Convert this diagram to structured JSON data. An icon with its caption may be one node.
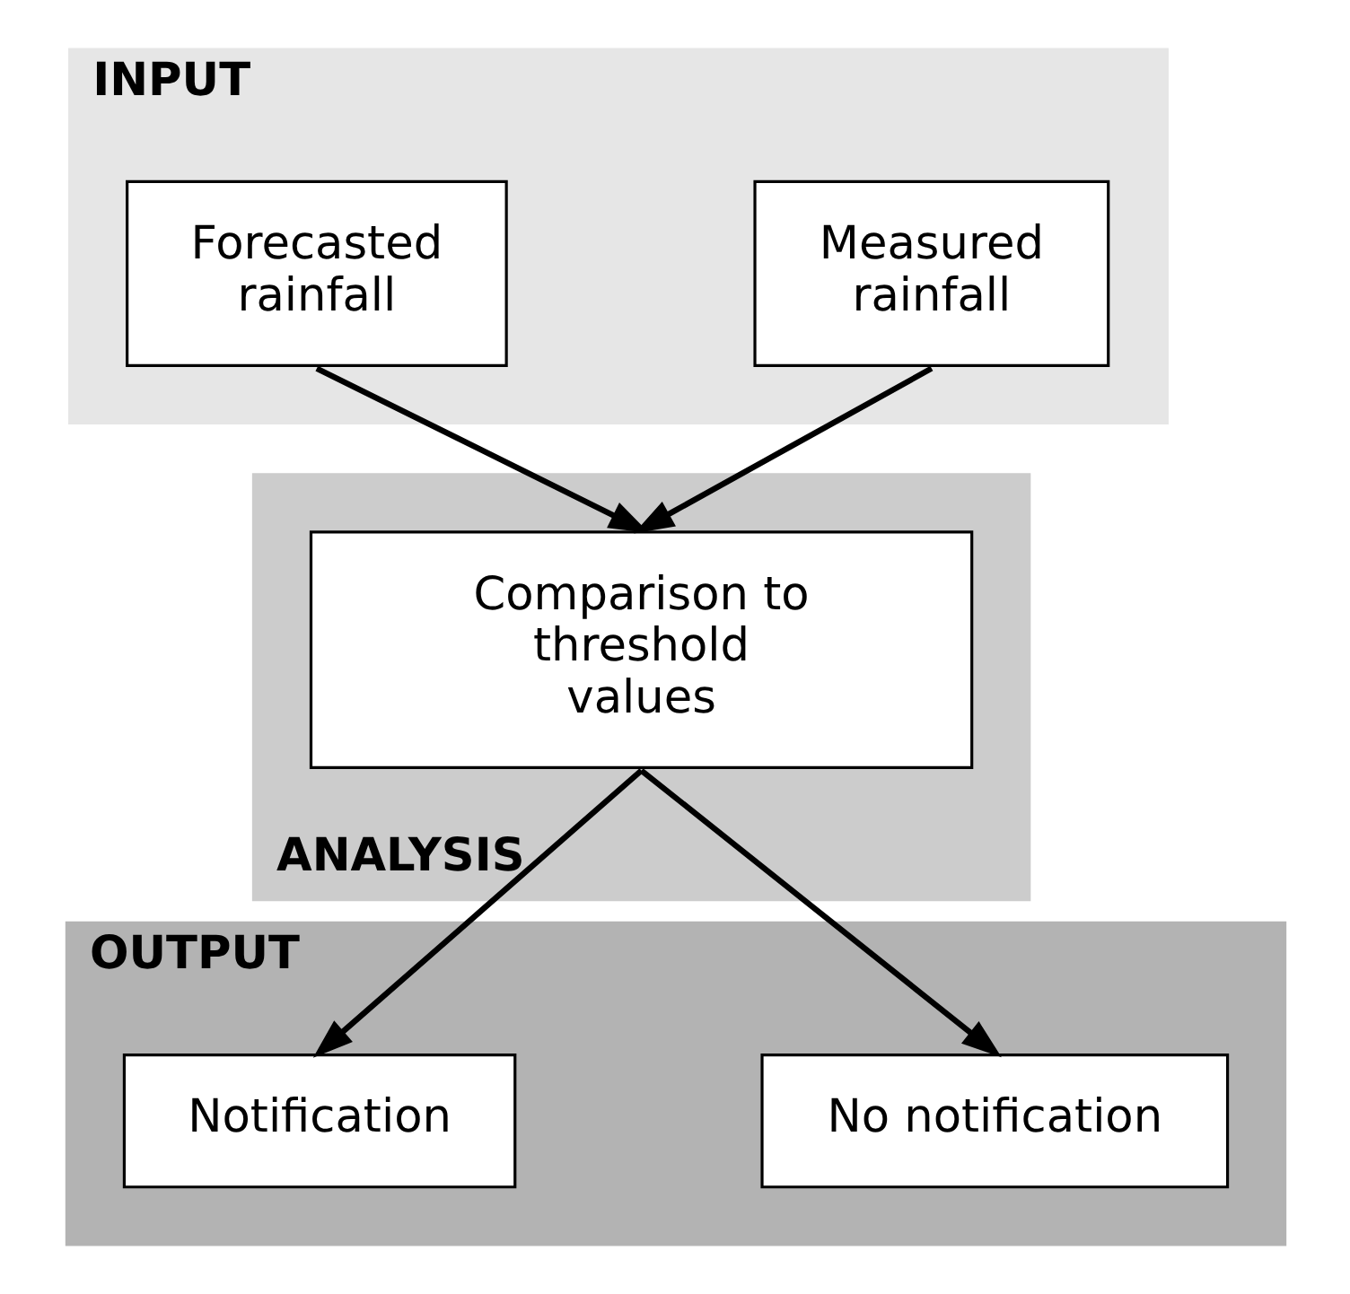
{
  "diagram": {
    "nodes": [
      {
        "text": [
          "INPUT"
        ]
      },
      {
        "text": [
          "Measured rainfall"
        ],
        "in": 0
      },
      {
        "text": [
          "Forecasted rainfall"
        ],
        "in": 0
      },
      {
        "text": [
          "ANALYSIS"
        ]
      },
      {
        "text": [
          "Comparison to threshold values"
        ],
        "in": 3
      },
      {
        "text": [
          "OUTPUT"
        ]
      },
      {
        "text": [
          "No notification"
        ],
        "in": 5
      },
      {
        "text": [
          "Notification"
        ],
        "in": 5
      }
    ],
    "edges": [
      {
        "from": 1,
        "to": 4,
        "arrow": "to"
      },
      {
        "from": 2,
        "to": 4,
        "arrow": "to"
      },
      {
        "from": 4,
        "to": 6,
        "arrow": "to"
      },
      {
        "from": 4,
        "to": 7,
        "arrow": "to"
      }
    ]
  }
}
